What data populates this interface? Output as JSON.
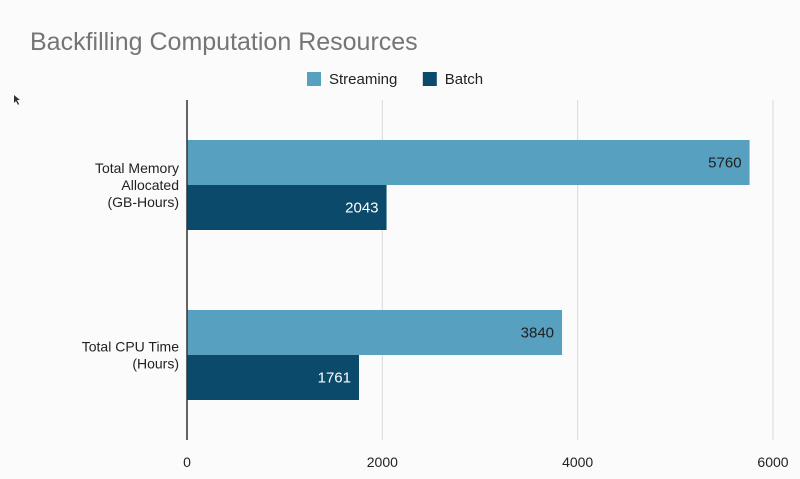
{
  "chart_data": {
    "type": "bar",
    "orientation": "horizontal",
    "title": "Backfilling Computation Resources",
    "categories": [
      [
        "Total Memory",
        "Allocated",
        "(GB-Hours)"
      ],
      [
        "Total CPU Time",
        "(Hours)"
      ]
    ],
    "series": [
      {
        "name": "Streaming",
        "color": "#57a0bf",
        "label_color": "#1f1f1f",
        "values": [
          5760,
          3840
        ]
      },
      {
        "name": "Batch",
        "color": "#0b4a6b",
        "label_color": "#ffffff",
        "values": [
          2043,
          1761
        ]
      }
    ],
    "xlim": [
      0,
      6000
    ],
    "xticks": [
      0,
      2000,
      4000,
      6000
    ],
    "xlabel": "",
    "ylabel": "",
    "grid": true,
    "legend": "top-center",
    "data_labels": true
  }
}
